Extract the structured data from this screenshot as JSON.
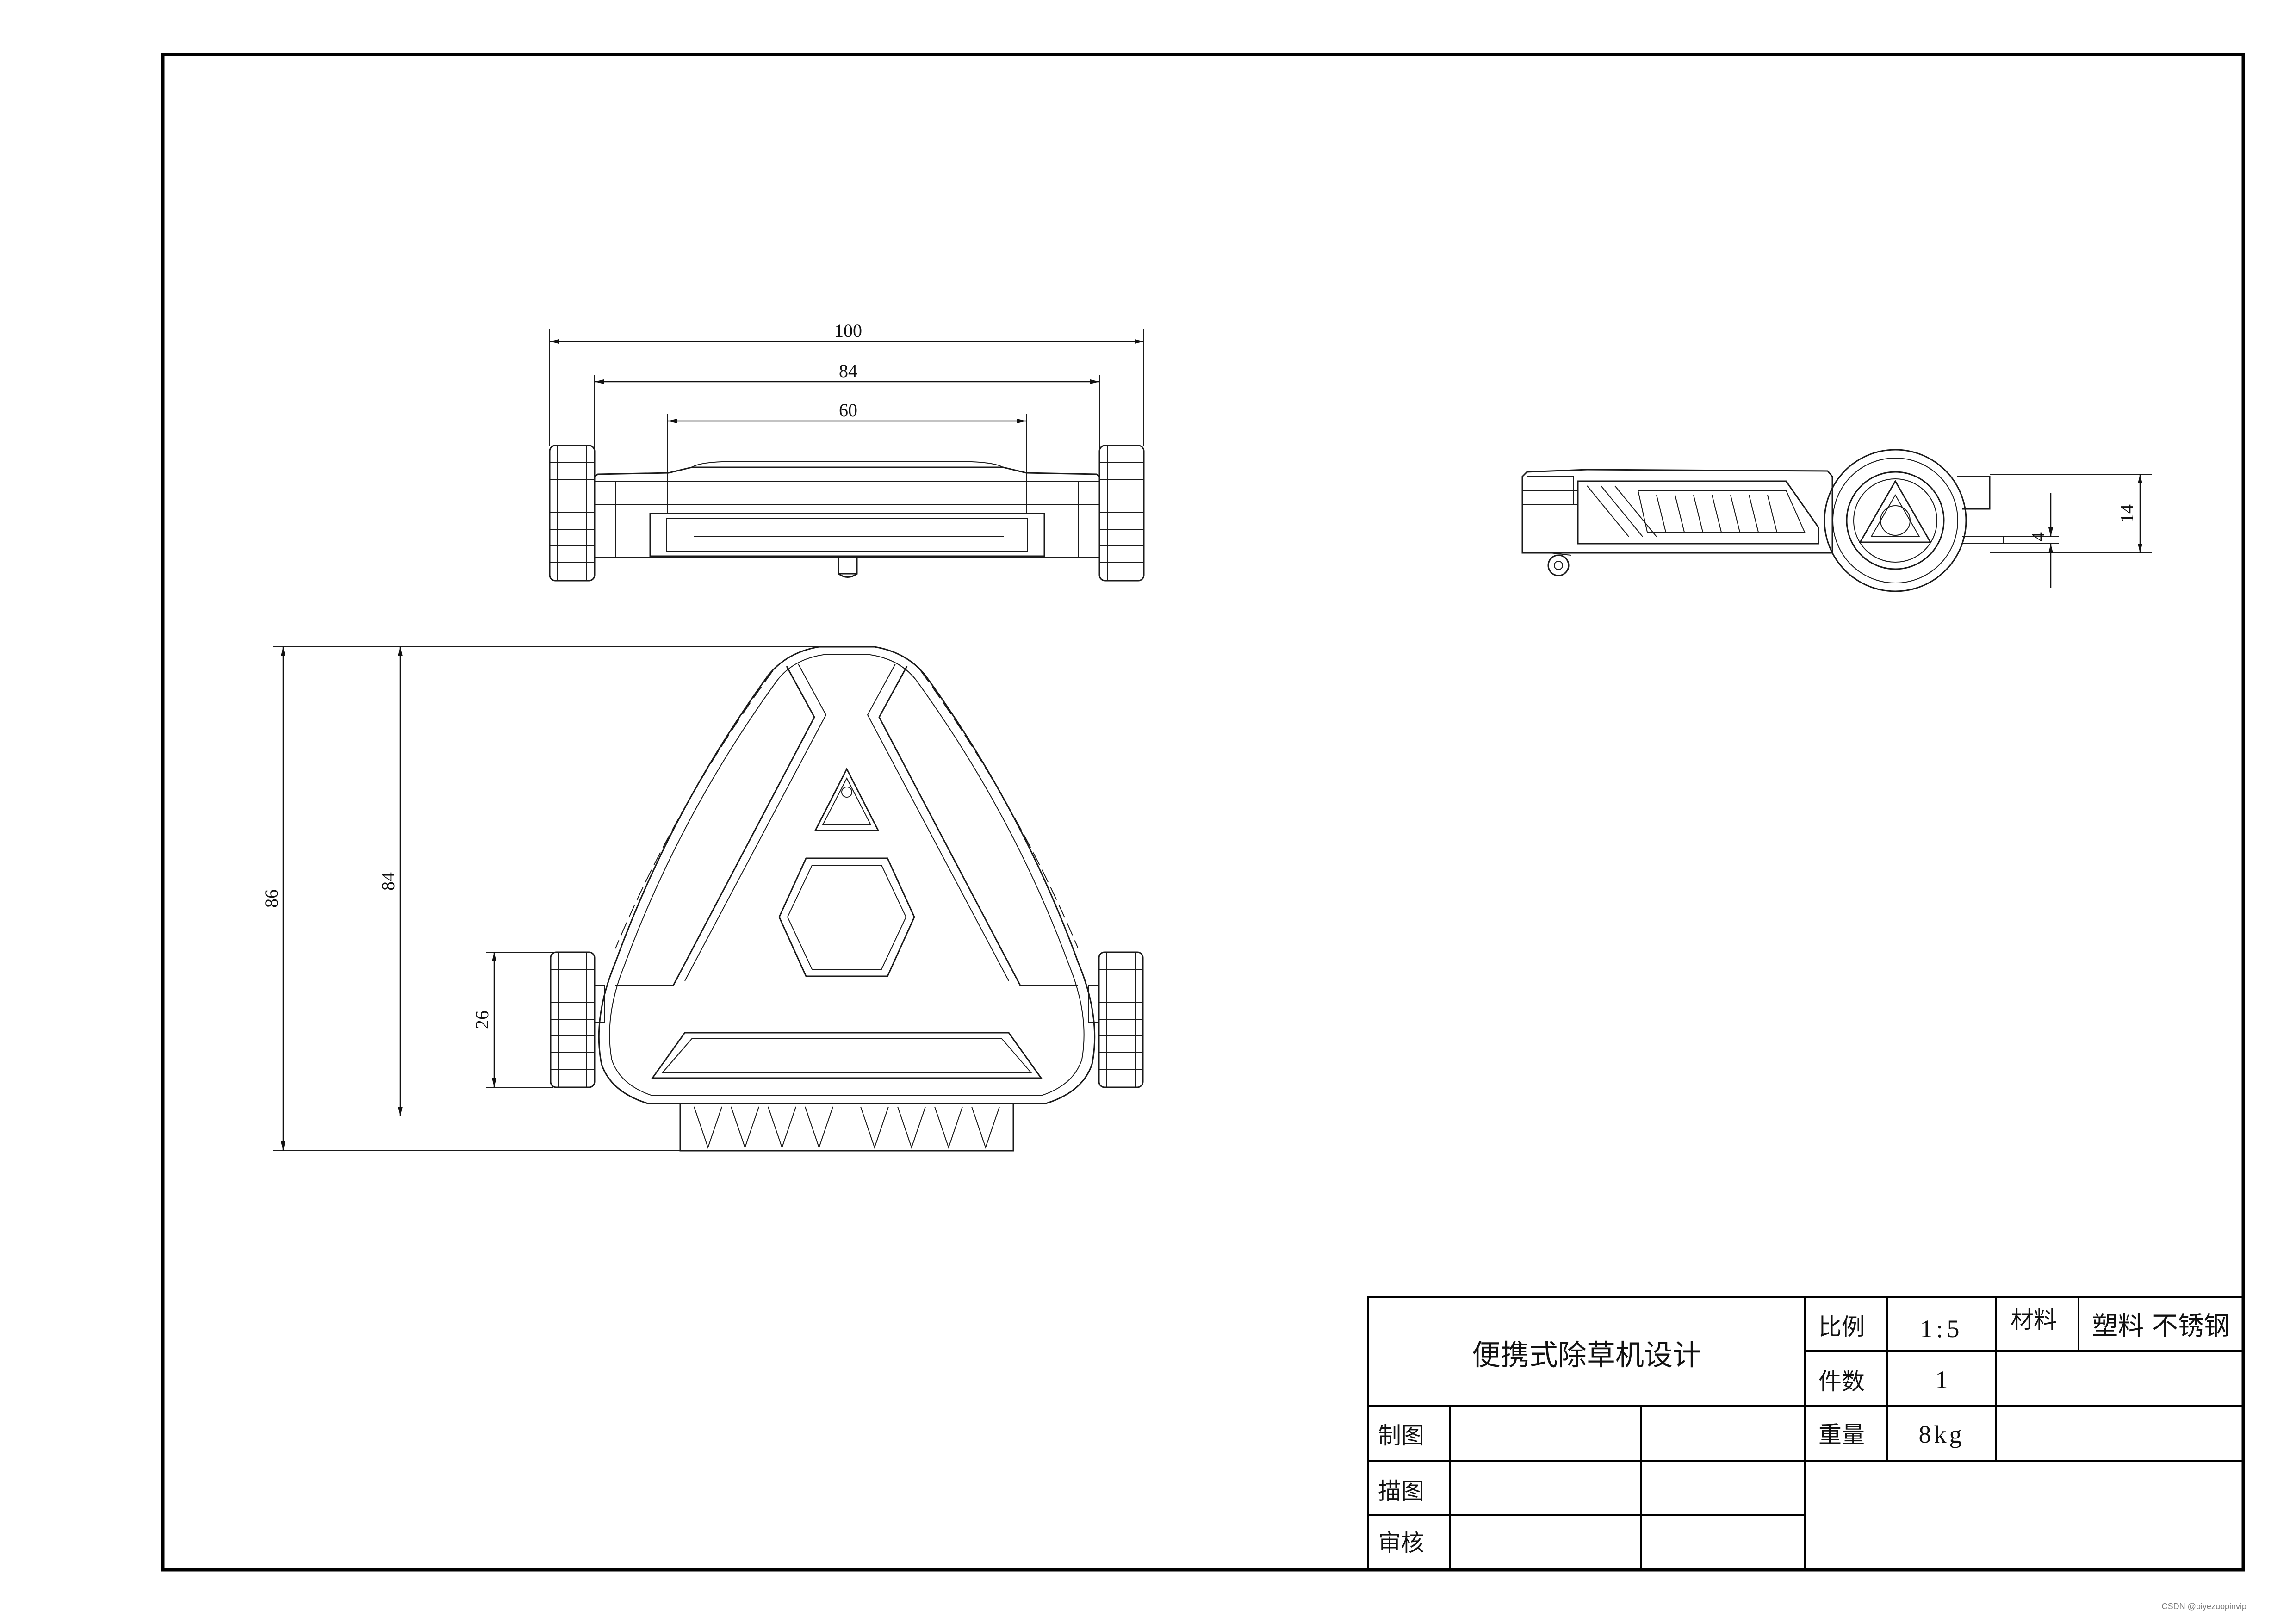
{
  "dimensions": {
    "top_view": {
      "width_overall": "100",
      "width_wheels_inner": "84",
      "width_opening": "60"
    },
    "side_view": {
      "height_total": "14",
      "ground_clearance": "4"
    },
    "front_view": {
      "height_overall": "86",
      "height_body": "84",
      "wheel_diameter": "26"
    }
  },
  "title_block": {
    "title": "便携式除草机设计",
    "scale_label": "比例",
    "scale_value": "1:5",
    "material_label": "材料",
    "material_value": "塑料 不锈钢",
    "count_label": "件数",
    "count_value": "1",
    "weight_label": "重量",
    "weight_value": "8kg",
    "drawn_label": "制图",
    "traced_label": "描图",
    "checked_label": "审核"
  },
  "watermark": "CSDN @biyezuopinvip",
  "colors": {
    "line": "#1a1a1a",
    "background": "#ffffff"
  }
}
